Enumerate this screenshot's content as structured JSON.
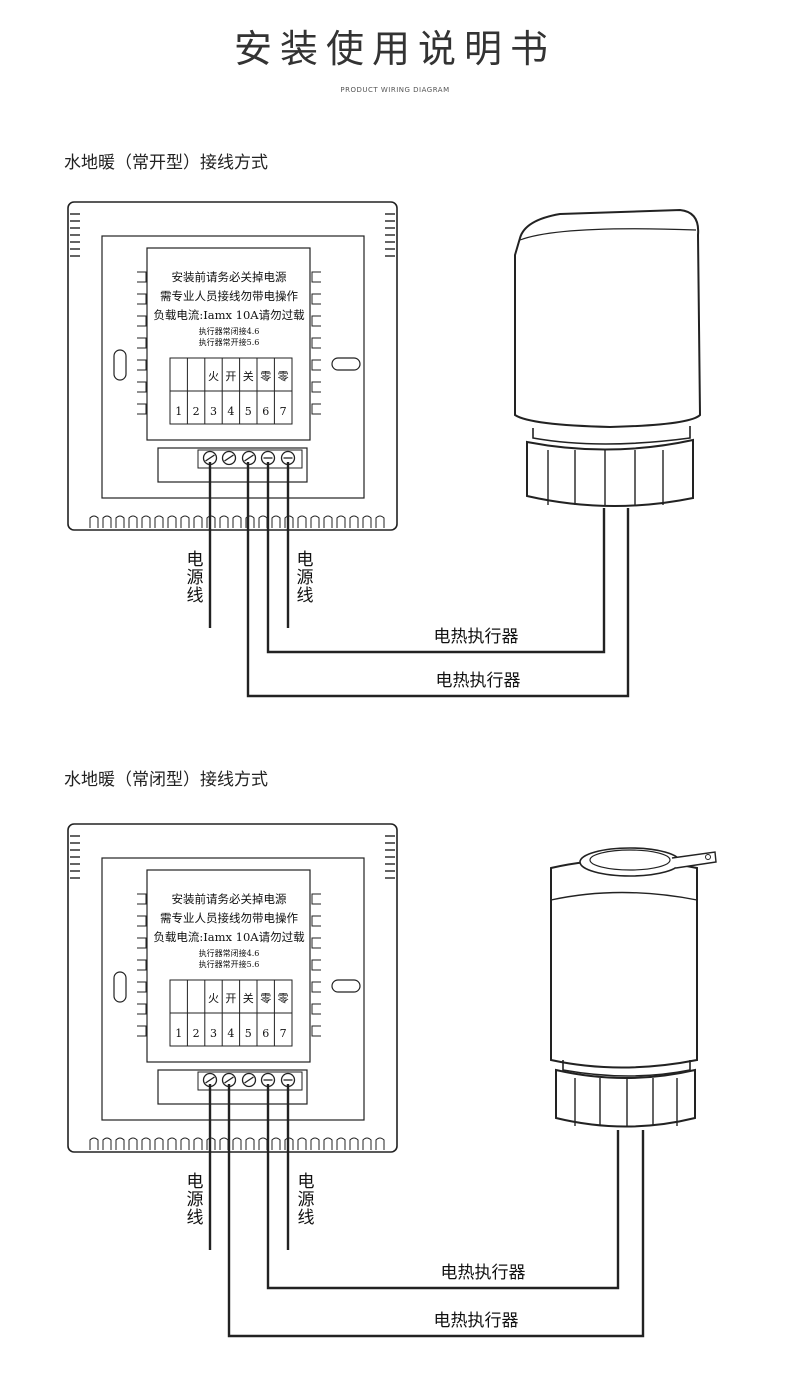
{
  "header": {
    "title": "安装使用说明书",
    "subtitle": "PRODUCT WIRING DIAGRAM"
  },
  "sections": [
    {
      "heading": "水地暖（常开型）接线方式",
      "panel": {
        "warning_lines": [
          "安装前请务必关掉电源",
          "需专业人员接线勿带电操作",
          "负载电流:Iamx 10A请勿过载"
        ],
        "note_lines": [
          "执行器常闭接4.6",
          "执行器常开接5.6"
        ],
        "terminal_functions": [
          "",
          "",
          "火",
          "开",
          "关",
          "零",
          "零"
        ],
        "terminal_numbers": [
          "1",
          "2",
          "3",
          "4",
          "5",
          "6",
          "7"
        ]
      },
      "power_label_left": "电源线",
      "power_label_right": "电源线",
      "actuator_wire_label_1": "电热执行器",
      "actuator_wire_label_2": "电热执行器"
    },
    {
      "heading": "水地暖（常闭型）接线方式",
      "panel": {
        "warning_lines": [
          "安装前请务必关掉电源",
          "需专业人员接线勿带电操作",
          "负载电流:Iamx 10A请勿过载"
        ],
        "note_lines": [
          "执行器常闭接4.6",
          "执行器常开接5.6"
        ],
        "terminal_functions": [
          "",
          "",
          "火",
          "开",
          "关",
          "零",
          "零"
        ],
        "terminal_numbers": [
          "1",
          "2",
          "3",
          "4",
          "5",
          "6",
          "7"
        ]
      },
      "power_label_left": "电源线",
      "power_label_right": "电源线",
      "actuator_wire_label_1": "电热执行器",
      "actuator_wire_label_2": "电热执行器"
    }
  ]
}
